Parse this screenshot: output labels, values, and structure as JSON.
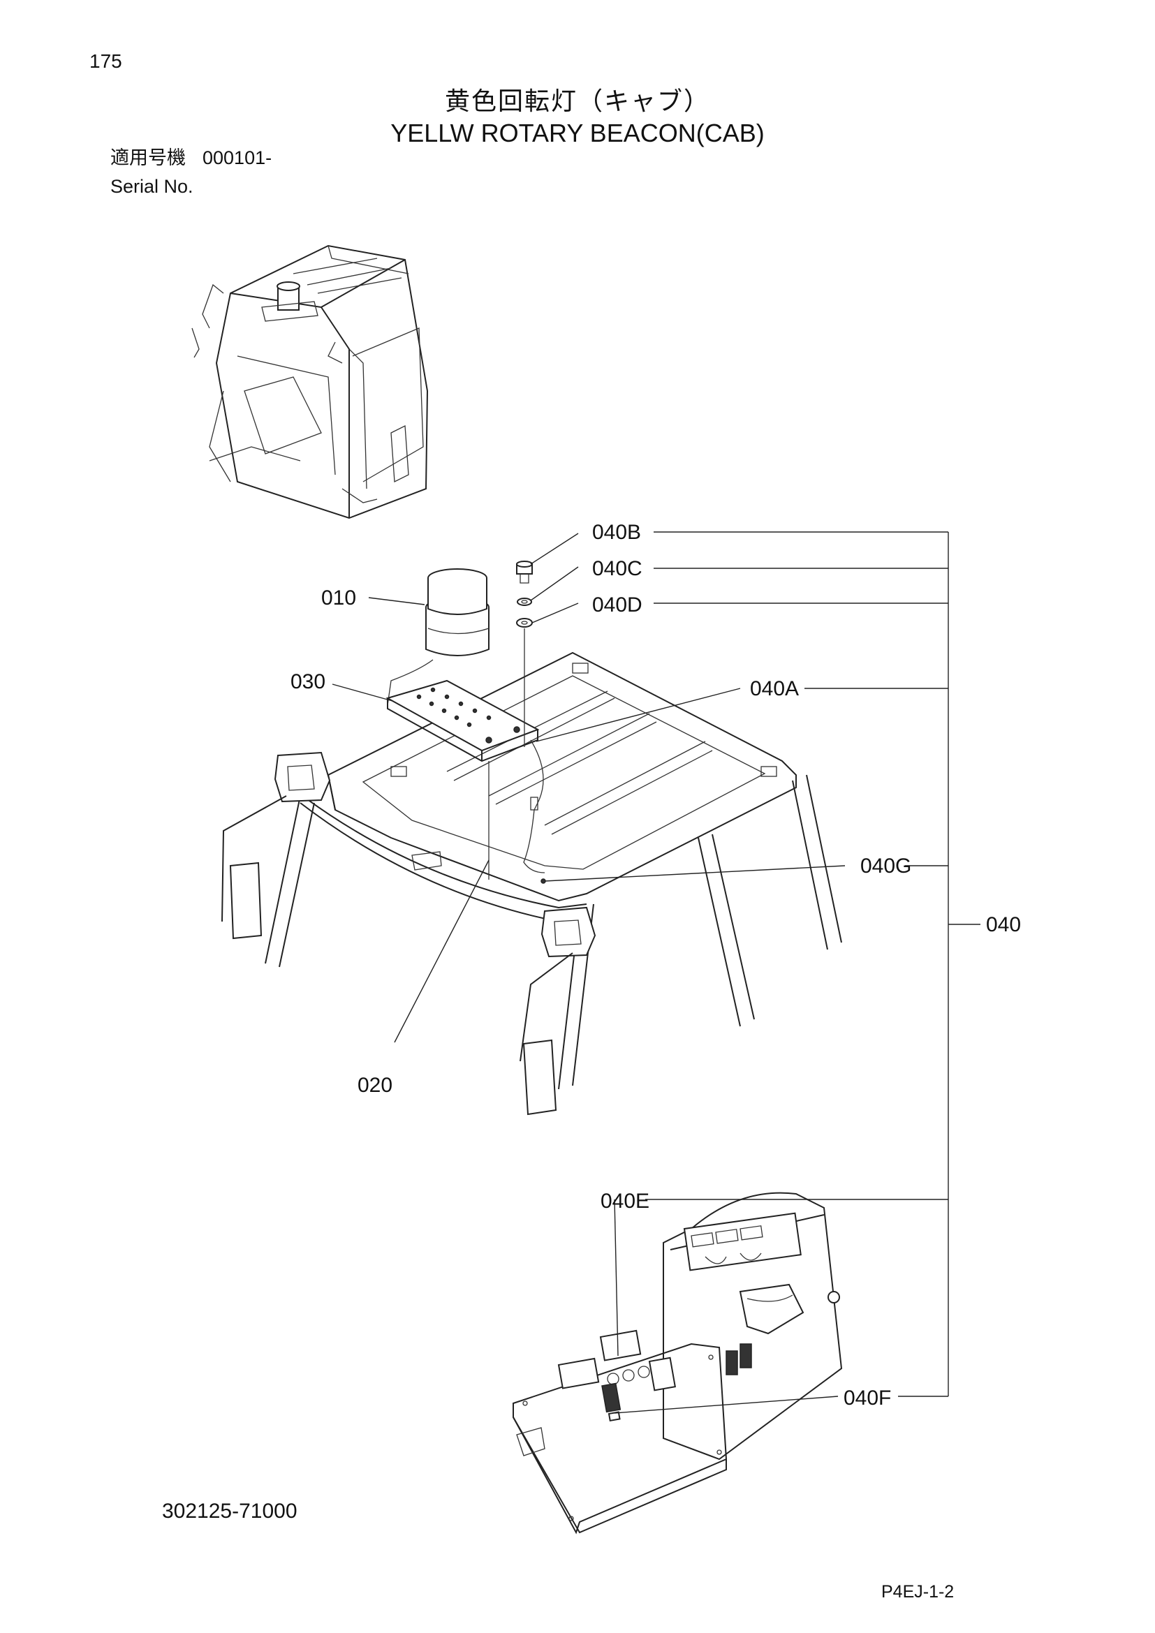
{
  "page_number": "175",
  "title_jp": "黄色回転灯（キャブ）",
  "title_en": "YELLW ROTARY BEACON(CAB)",
  "serial": {
    "label_jp": "適用号機",
    "value": "000101-",
    "label_en": "Serial No."
  },
  "callouts": {
    "c010": "010",
    "c020": "020",
    "c030": "030",
    "c040": "040",
    "c040A": "040A",
    "c040B": "040B",
    "c040C": "040C",
    "c040D": "040D",
    "c040E": "040E",
    "c040F": "040F",
    "c040G": "040G"
  },
  "part_code": "302125-71000",
  "page_ref": "P4EJ-1-2"
}
